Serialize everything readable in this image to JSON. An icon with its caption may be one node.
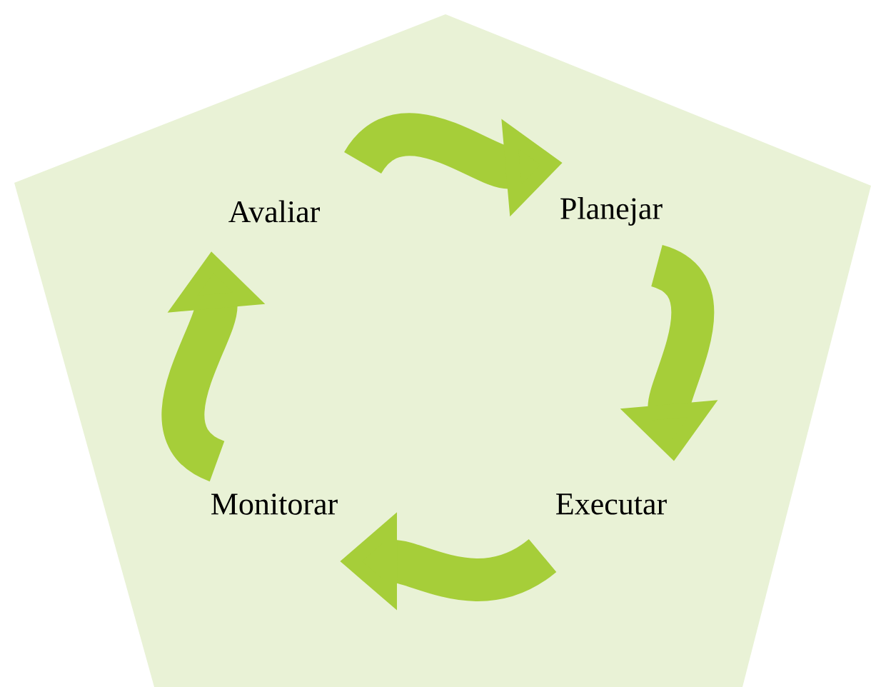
{
  "diagram": {
    "nodes": [
      {
        "text": [
          "Avaliar"
        ]
      },
      {
        "text": [
          "Planejar"
        ]
      },
      {
        "text": [
          "Executar"
        ]
      },
      {
        "text": [
          "Monitorar"
        ]
      }
    ],
    "edges": [
      {
        "from": 0,
        "to": 1,
        "arrow": "to"
      },
      {
        "from": 1,
        "to": 2,
        "arrow": "to"
      },
      {
        "from": 2,
        "to": 3,
        "arrow": "to"
      },
      {
        "from": 3,
        "to": 0,
        "arrow": "to"
      }
    ]
  }
}
